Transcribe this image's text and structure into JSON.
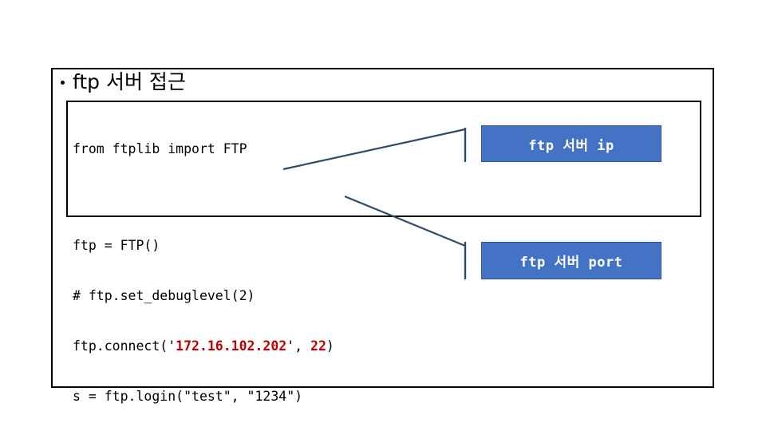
{
  "slide": {
    "background_color": "#FFFFFF",
    "frame_border_color": "#000000"
  },
  "heading": {
    "bullet_glyph": "•",
    "text": "ftp 서버 접근"
  },
  "code_block": {
    "language": "python",
    "border_color": "#000000",
    "text_color": "#000000",
    "highlight_color": "#C00000",
    "lines": [
      {
        "id": "line-import",
        "segments": [
          {
            "text": "from ftplib import FTP",
            "style": "plain"
          }
        ]
      },
      {
        "id": "line-blank",
        "segments": [
          {
            "text": "",
            "style": "plain"
          }
        ]
      },
      {
        "id": "line-ftp-assign",
        "segments": [
          {
            "text": "ftp = FTP()",
            "style": "plain"
          }
        ]
      },
      {
        "id": "line-debuglevel-comment",
        "segments": [
          {
            "text": "# ftp.set_debuglevel(2)",
            "style": "plain"
          }
        ]
      },
      {
        "id": "line-connect",
        "segments": [
          {
            "text": "ftp.connect('",
            "style": "plain"
          },
          {
            "text": "172.16.102.202",
            "style": "highlight"
          },
          {
            "text": "', ",
            "style": "plain"
          },
          {
            "text": "22",
            "style": "highlight"
          },
          {
            "text": ")",
            "style": "plain"
          }
        ]
      },
      {
        "id": "line-login",
        "segments": [
          {
            "text": "s = ftp.login(\"test\", \"1234\")",
            "style": "plain"
          }
        ]
      }
    ]
  },
  "callouts": [
    {
      "id": "ftp-server-ip",
      "label": "ftp 서버 ip",
      "fill_color": "#4472C4",
      "border_color": "#2F5597",
      "text_color": "#FFFFFF"
    },
    {
      "id": "ftp-server-port",
      "label": "ftp 서버 port",
      "fill_color": "#4472C4",
      "border_color": "#2F5597",
      "text_color": "#FFFFFF"
    }
  ],
  "connectors": {
    "line_color": "#2E4B6B",
    "items": [
      {
        "id": "connector-ip",
        "from": "ip-literal",
        "to": "ftp-server-ip"
      },
      {
        "id": "connector-port",
        "from": "port-literal",
        "to": "ftp-server-port"
      }
    ]
  }
}
